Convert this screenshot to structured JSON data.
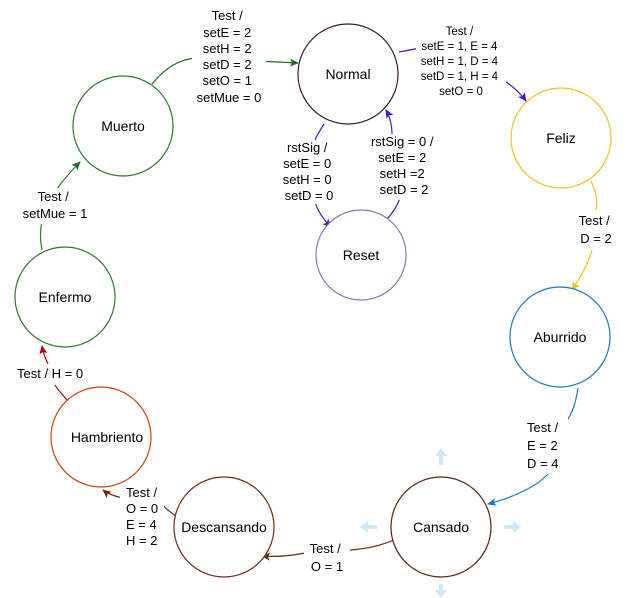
{
  "colors": {
    "normal": "#3d1a33",
    "feliz": "#f2c21b",
    "aburrido": "#1b7abf",
    "cansado": "#5c2310",
    "descansando": "#6b2a14",
    "hambriento": "#c9430e",
    "enfermo": "#2c7a2c",
    "muerto": "#2c7a2c",
    "reset": "#9370b8",
    "normal_reset_edges": "#3a1fc7",
    "muerto_normal_edge": "#1f6e1f",
    "normal_feliz_edge": "#3a1fc7",
    "feliz_aburrido_edge": "#f2c21b",
    "aburrido_cansado_edge": "#1b7abf",
    "cansado_descansando_edge": "#6b2a14",
    "descansando_hambriento_edge": "#6b2a14",
    "hambriento_enfermo_edge": "#b3000f",
    "enfermo_muerto_edge": "#2c7a2c",
    "move_handle": "#cde8f6"
  },
  "states": {
    "normal": "Normal",
    "feliz": "Feliz",
    "aburrido": "Aburrido",
    "cansado": "Cansado",
    "descansando": "Descansando",
    "hambriento": "Hambriento",
    "enfermo": "Enfermo",
    "muerto": "Muerto",
    "reset": "Reset"
  },
  "edges": {
    "muerto_normal": [
      "Test /",
      "setE = 2",
      "setH = 2",
      "setD = 2",
      "setO = 1",
      "setMue = 0"
    ],
    "normal_feliz": [
      "Test /",
      "setE = 1, E = 4",
      "setH = 1, D = 4",
      "setD = 1, H = 4",
      "setO = 0"
    ],
    "normal_reset": [
      "rstSig /",
      "setE = 0",
      "setH = 0",
      "setD = 0"
    ],
    "reset_normal": [
      "rstSig = 0 /",
      "setE = 2",
      "setH =2",
      "setD = 2"
    ],
    "feliz_aburrido": [
      "Test /",
      "D = 2"
    ],
    "aburrido_cansado": [
      "Test /",
      "E = 2",
      "D = 4"
    ],
    "cansado_descansando": [
      "Test /",
      "O = 1"
    ],
    "descansando_hambriento": [
      "Test /",
      "O = 0",
      "E = 4",
      "H = 2"
    ],
    "hambriento_enfermo": [
      "Test / H = 0"
    ],
    "enfermo_muerto": [
      "Test /",
      "setMue = 1"
    ]
  }
}
